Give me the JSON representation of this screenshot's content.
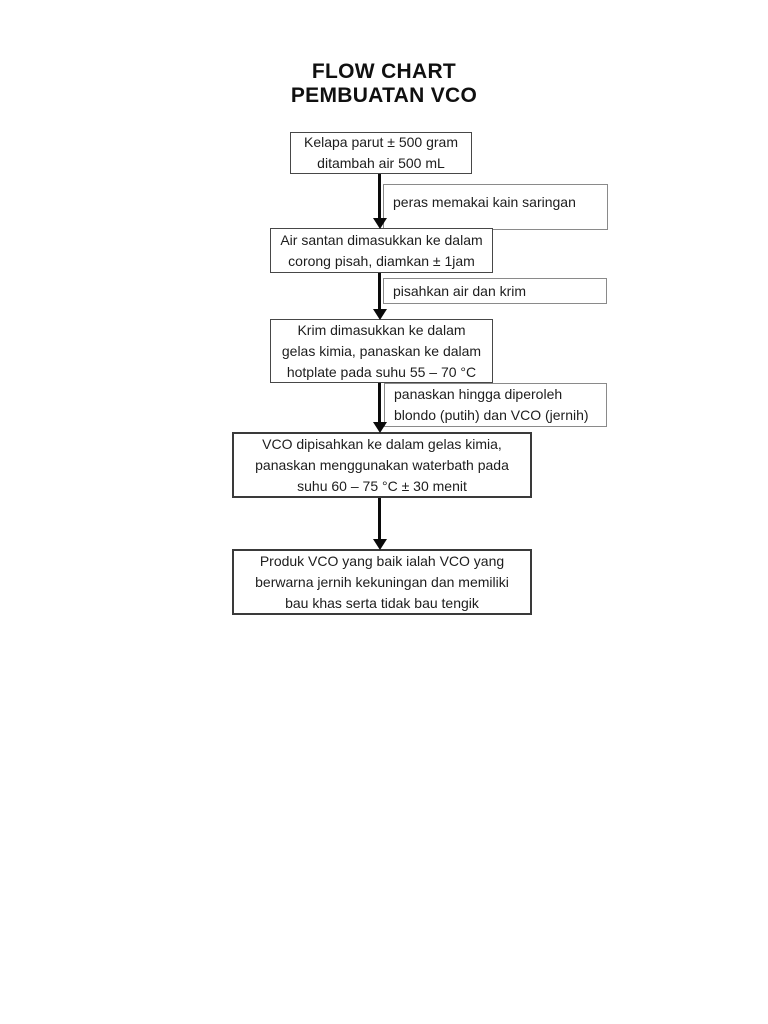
{
  "title": {
    "line1": "FLOW CHART",
    "line2": "PEMBUATAN VCO"
  },
  "nodes": [
    {
      "lines": [
        "Kelapa parut ± 500 gram",
        "ditambah air 500 mL"
      ]
    },
    {
      "lines": [
        "Air santan dimasukkan ke dalam",
        "corong pisah, diamkan ± 1jam"
      ]
    },
    {
      "lines": [
        "Krim dimasukkan ke dalam",
        "gelas kimia, panaskan ke dalam",
        "hotplate pada suhu 55 – 70 °C"
      ]
    },
    {
      "lines": [
        "VCO dipisahkan ke dalam gelas kimia,",
        "panaskan menggunakan waterbath pada",
        "suhu 60 – 75 °C ± 30 menit"
      ]
    },
    {
      "lines": [
        "Produk VCO yang baik ialah VCO yang",
        "berwarna jernih kekuningan dan memiliki",
        "bau khas serta tidak bau tengik"
      ]
    }
  ],
  "step_labels": [
    {
      "lines": [
        "peras memakai kain saringan"
      ]
    },
    {
      "lines": [
        "pisahkan air dan krim"
      ]
    },
    {
      "lines": [
        "panaskan hingga diperoleh",
        "blondo (putih) dan VCO (jernih)"
      ]
    }
  ],
  "colors": {
    "page_background": "#ffffff",
    "text": "#1d1d1d",
    "node_border": "#474747",
    "step_label_border": "#8a8a8a",
    "arrow": "#0a0a0a"
  }
}
